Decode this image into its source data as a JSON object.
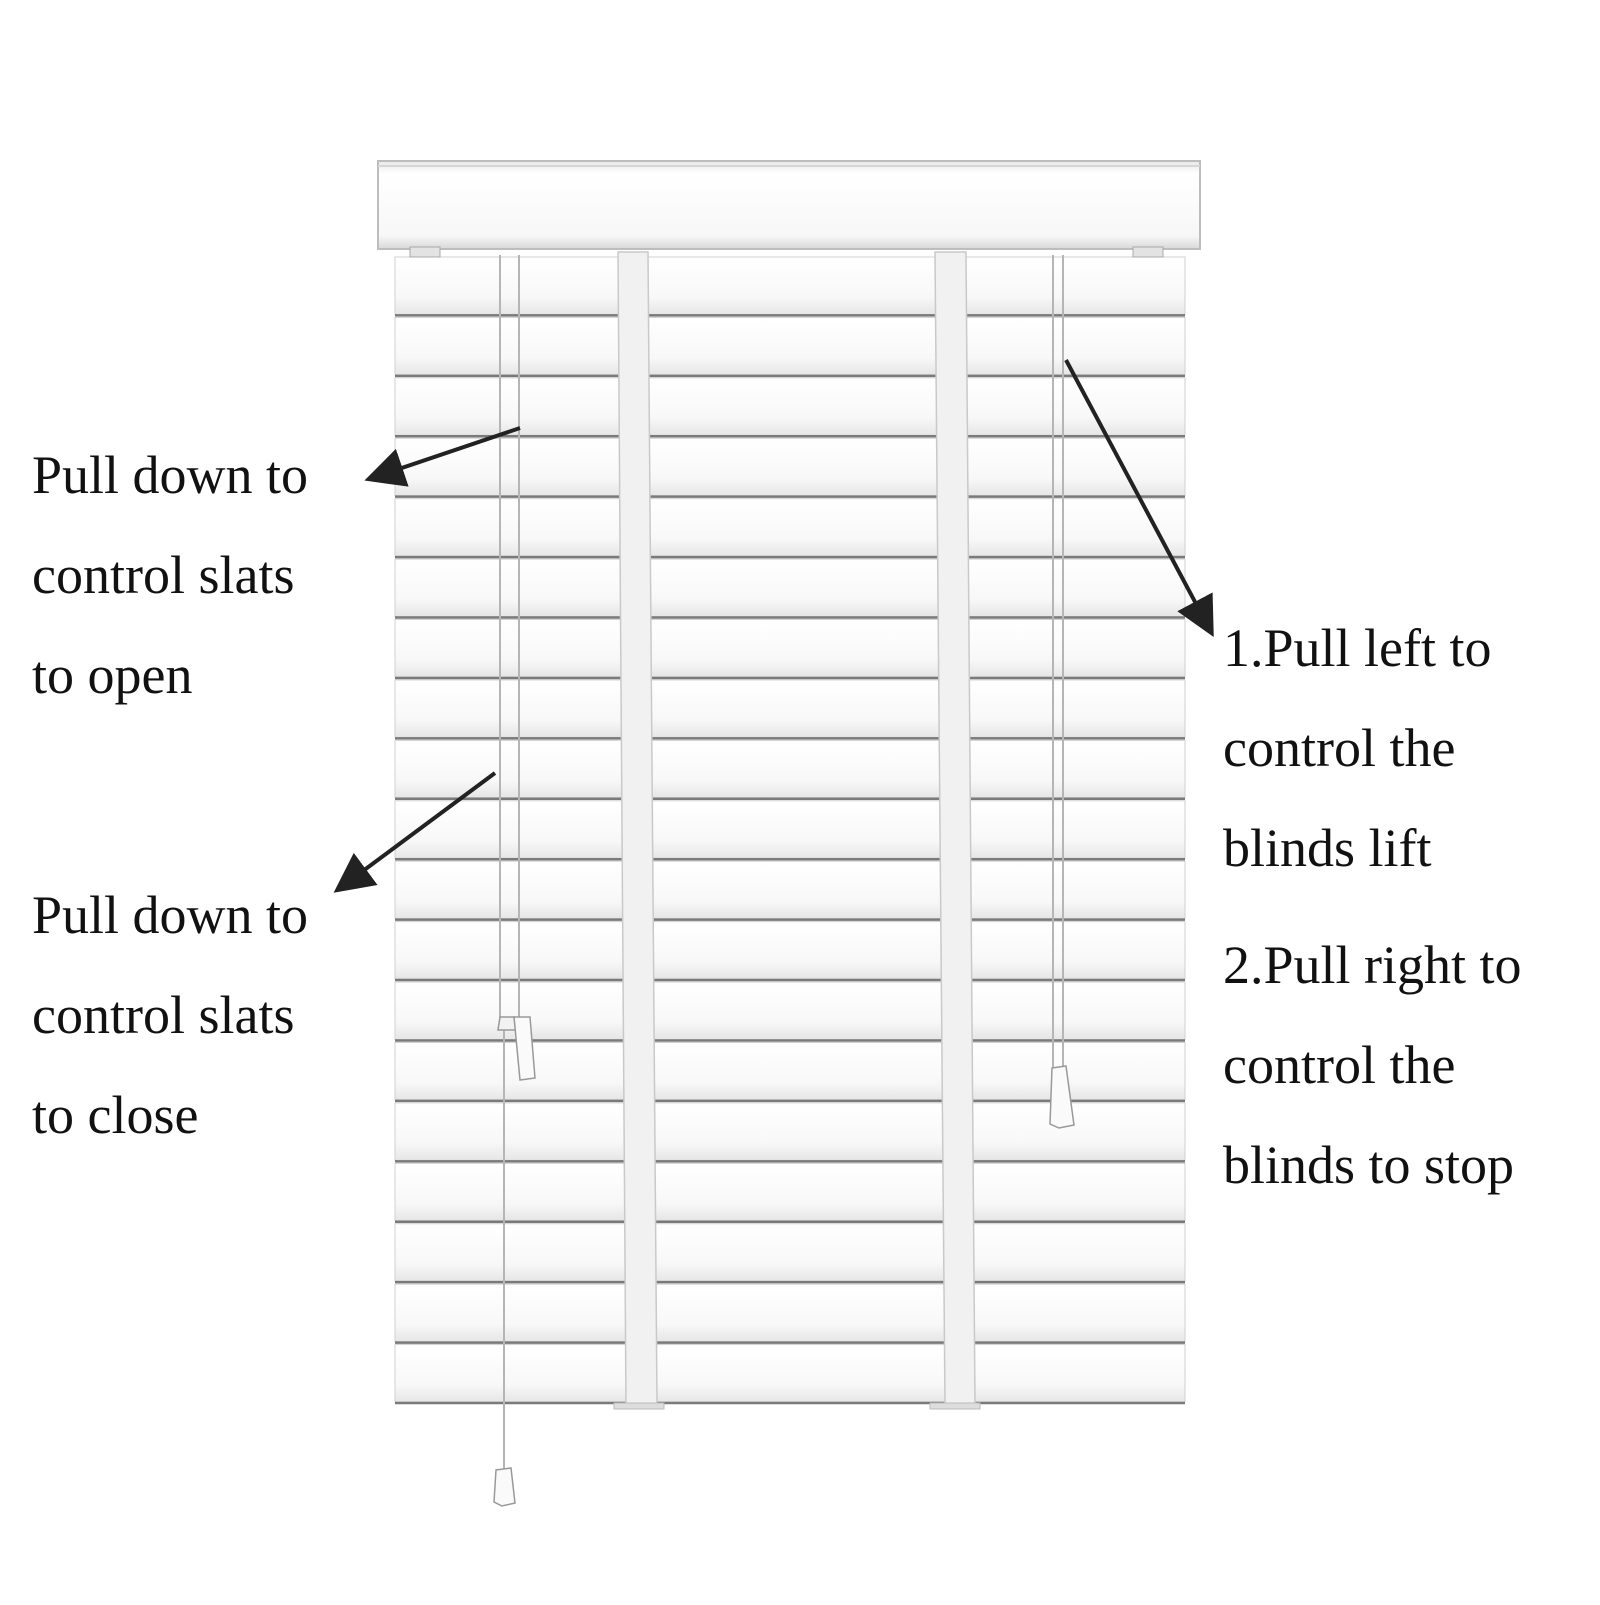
{
  "annotations": {
    "tilt_open": {
      "lines": [
        "Pull down to",
        "control slats",
        "to open"
      ]
    },
    "tilt_close": {
      "lines": [
        "Pull down to",
        "control slats",
        "to close"
      ]
    },
    "lift_cord": {
      "step1": [
        "1.Pull left to",
        "control the",
        "blinds lift"
      ],
      "step2": [
        "2.Pull right to",
        "control the",
        "blinds to stop"
      ]
    }
  },
  "colors": {
    "slat_face": "#fbfbfb",
    "slat_edge": "#7a7a7a",
    "ladder_tape": "#eeeeee",
    "headrail": "#f6f6f6",
    "arrow": "#222222",
    "text": "#111111"
  }
}
